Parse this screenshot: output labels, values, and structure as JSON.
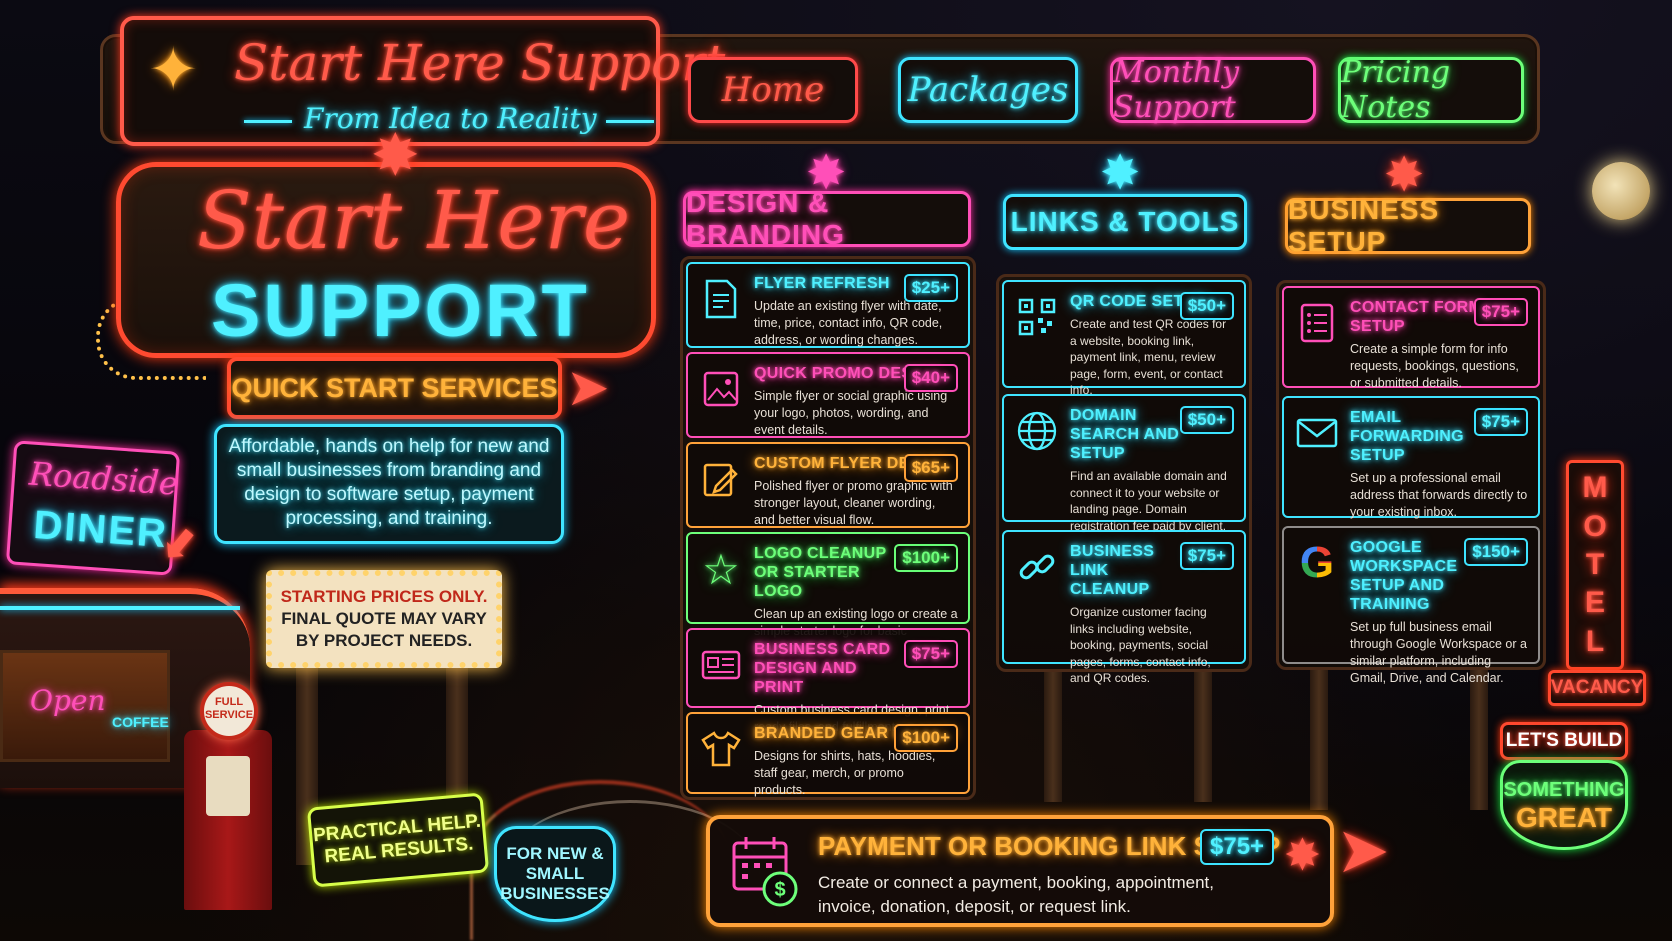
{
  "header": {
    "brand_title": "Start Here Support",
    "brand_tagline": "From Idea to Reality",
    "nav": [
      {
        "label": "Home",
        "color": "#ff4a4a"
      },
      {
        "label": "Packages",
        "color": "#3fe4ff"
      },
      {
        "label": "Monthly Support",
        "color": "#ff4fb8"
      },
      {
        "label": "Pricing Notes",
        "color": "#6dff7a"
      }
    ]
  },
  "hero": {
    "line1": "Start Here",
    "line2": "SUPPORT",
    "subtitle": "QUICK START SERVICES",
    "description": "Affordable, hands on help for new and small businesses from branding and design to software setup, payment processing, and training.",
    "marquee_line1": "STARTING PRICES ONLY.",
    "marquee_line2": "FINAL QUOTE MAY VARY",
    "marquee_line3": "BY PROJECT NEEDS."
  },
  "diner": {
    "line1": "Roadside",
    "line2": "DINER",
    "open": "Open",
    "coffee": "COFFEE",
    "pump_line1": "FULL",
    "pump_line2": "SERVICE"
  },
  "badges": {
    "practical_line1": "PRACTICAL HELP.",
    "practical_line2": "REAL RESULTS.",
    "shield_line1": "FOR NEW &",
    "shield_line2": "SMALL",
    "shield_line3": "BUSINESSES"
  },
  "columns": [
    {
      "title": "DESIGN & BRANDING",
      "color": "#ff4fb8",
      "items": [
        {
          "icon": "document-icon",
          "title": "FLYER REFRESH",
          "price": "$25+",
          "desc": "Update an existing flyer with date, time, price, contact info, QR code, address, or wording changes."
        },
        {
          "icon": "image-icon",
          "title": "QUICK PROMO DESIGN",
          "price": "$40+",
          "desc": "Simple flyer or social graphic using your logo, photos, wording, and event details."
        },
        {
          "icon": "pencil-icon",
          "title": "CUSTOM FLYER DESIGN",
          "price": "$65+",
          "desc": "Polished flyer or promo graphic with stronger layout, cleaner wording, and better visual flow."
        },
        {
          "icon": "star-icon",
          "title": "LOGO CLEANUP OR STARTER LOGO",
          "price": "$100+",
          "desc": "Clean up an existing logo or create a simple starter logo for basic branding."
        },
        {
          "icon": "id-card-icon",
          "title": "BUSINESS CARD DESIGN AND PRINT",
          "price": "$75+",
          "desc": "Custom business card design, print ready files, and fulfillment."
        },
        {
          "icon": "tshirt-icon",
          "title": "BRANDED GEAR DESIGN",
          "price": "$100+",
          "desc": "Designs for shirts, hats, hoodies, staff gear, merch, or promo products."
        }
      ]
    },
    {
      "title": "LINKS & TOOLS",
      "color": "#3fe4ff",
      "items": [
        {
          "icon": "qr-code-icon",
          "title": "QR CODE SETUP",
          "price": "$50+",
          "desc": "Create and test QR codes for a website, booking link, payment link, menu, review page, form, event, or contact info."
        },
        {
          "icon": "globe-icon",
          "title": "DOMAIN SEARCH AND SETUP",
          "price": "$50+",
          "desc": "Find an available domain and connect it to your website or landing page. Domain registration fee paid by client."
        },
        {
          "icon": "link-icon",
          "title": "BUSINESS LINK CLEANUP",
          "price": "$75+",
          "desc": "Organize customer facing links including website, booking, payments, social pages, forms, contact info, and QR codes."
        }
      ]
    },
    {
      "title": "BUSINESS SETUP",
      "color": "#ffa23a",
      "items": [
        {
          "icon": "form-icon",
          "title": "CONTACT FORM SETUP",
          "price": "$75+",
          "desc": "Create a simple form for info requests, bookings, questions, or submitted details."
        },
        {
          "icon": "envelope-icon",
          "title": "EMAIL FORWARDING SETUP",
          "price": "$75+",
          "desc": "Set up a professional email address that forwards directly to your existing inbox."
        },
        {
          "icon": "google-icon",
          "title": "GOOGLE WORKSPACE SETUP AND TRAINING",
          "price": "$150+",
          "desc": "Set up full business email through Google Workspace or a similar platform, including Gmail, Drive, and Calendar."
        }
      ]
    }
  ],
  "payment": {
    "title": "PAYMENT OR BOOKING LINK SETUP",
    "price": "$75+",
    "desc_line1": "Create or connect a payment, booking, appointment,",
    "desc_line2": "invoice, donation, deposit, or request link."
  },
  "motel": {
    "letters": [
      "M",
      "O",
      "T",
      "E",
      "L"
    ],
    "vacancy": "VACANCY",
    "cta_line1": "LET'S BUILD",
    "cta_line2": "SOMETHING",
    "cta_line3": "GREAT"
  }
}
